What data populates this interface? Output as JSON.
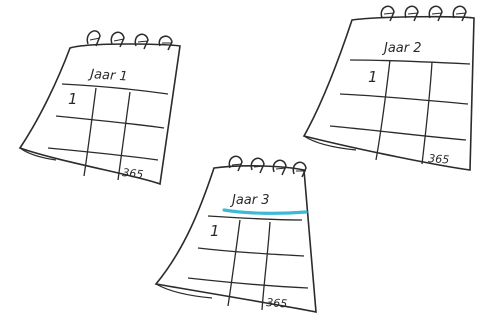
{
  "calendars": [
    {
      "title": "Jaar 1",
      "first_day": "1",
      "last_day": "365",
      "highlighted": false
    },
    {
      "title": "Jaar 2",
      "first_day": "1",
      "last_day": "365",
      "highlighted": false
    },
    {
      "title": "Jaar 3",
      "first_day": "1",
      "last_day": "365",
      "highlighted": true
    }
  ],
  "colors": {
    "ink": "#2b2b2b",
    "highlight": "#3db8d6",
    "paper": "#ffffff"
  },
  "icons": [
    "spiral-ring-icon"
  ]
}
